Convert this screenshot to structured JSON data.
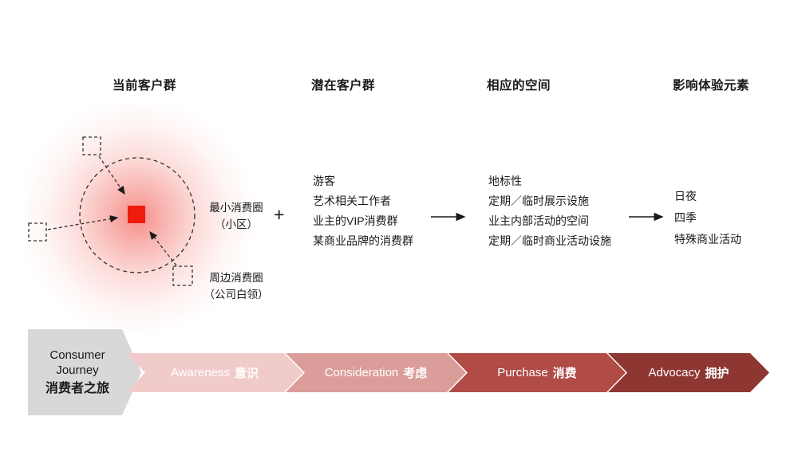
{
  "headers": {
    "current": "当前客户群",
    "potential": "潜在客户群",
    "space": "相应的空间",
    "experience": "影响体验元素"
  },
  "bubble": {
    "min_circle_line1": "最小消费圈",
    "min_circle_line2": "（小区）",
    "peripheral_circle_line1": "周边消费圈",
    "peripheral_circle_line2": "（公司白领）",
    "plus": "+"
  },
  "potential_list": [
    "游客",
    "艺术相关工作者",
    "业主的VIP消费群",
    "某商业品牌的消费群"
  ],
  "space_list": [
    "地标性",
    "定期／临时展示设施",
    "业主内部活动的空间",
    "定期／临时商业活动设施"
  ],
  "experience_list": [
    "日夜",
    "四季",
    "特殊商业活动"
  ],
  "journey": {
    "start": {
      "line1": "Consumer",
      "line2": "Journey",
      "line3": "消费者之旅",
      "color": "#d8d8d8"
    },
    "stages": [
      {
        "en": "Awareness",
        "zh": "意识",
        "color": "#f1cbc9"
      },
      {
        "en": "Consideration",
        "zh": "考虑",
        "color": "#db9d99"
      },
      {
        "en": "Purchase",
        "zh": "消费",
        "color": "#b04b46"
      },
      {
        "en": "Advocacy",
        "zh": "拥护",
        "color": "#8e3631"
      }
    ]
  },
  "colors": {
    "red_square": "#ee1c0f",
    "stroke": "#333333"
  }
}
